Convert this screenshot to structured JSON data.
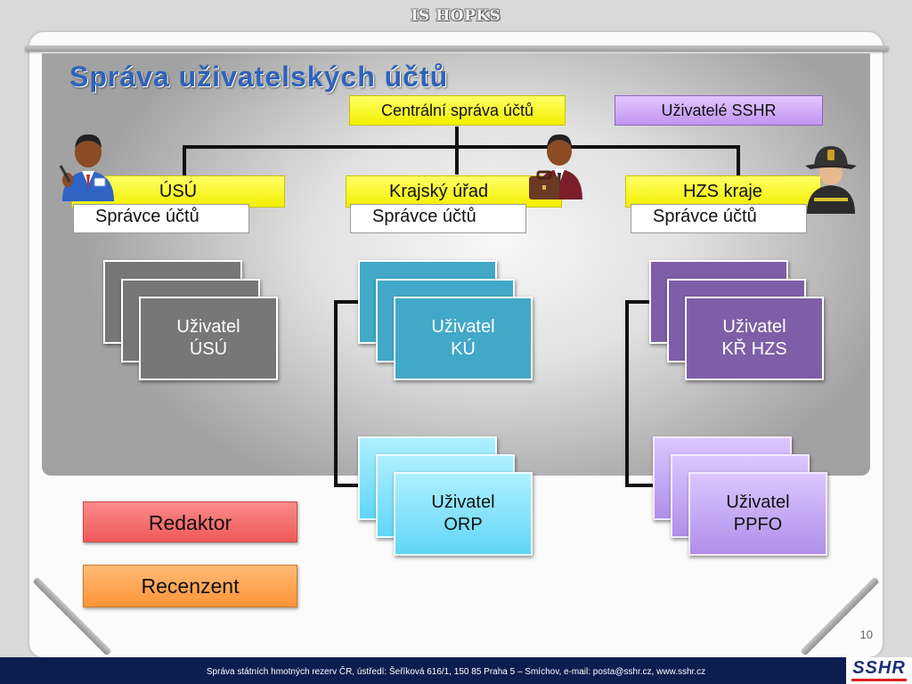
{
  "header": {
    "top_title": "IS HOPKS",
    "heading": "Správa uživatelských účtů"
  },
  "top_nodes": {
    "central": "Centrální správa účtů",
    "users_sshr": "Uživatelé SSHR"
  },
  "branches": [
    {
      "org": "ÚSÚ",
      "admin": "Správce účtů",
      "card": [
        "Uživatel",
        "ÚSÚ"
      ]
    },
    {
      "org": "Krajský úřad",
      "admin": "Správce účtů",
      "card": [
        "Uživatel",
        "KÚ"
      ],
      "sub_card": [
        "Uživatel",
        "ORP"
      ]
    },
    {
      "org": "HZS kraje",
      "admin": "Správce účtů",
      "card": [
        "Uživatel",
        "KŘ HZS"
      ],
      "sub_card": [
        "Uživatel",
        "PPFO"
      ]
    }
  ],
  "legend": {
    "redaktor": "Redaktor",
    "recenzent": "Recenzent"
  },
  "colors": {
    "redaktor": "#f86e6e",
    "recenzent": "#ffa24a",
    "heading": "#2e63b8",
    "yellow": "#f7f200",
    "footer": "#0d1d4f"
  },
  "icons": {
    "person_1": "person-with-pen-icon",
    "person_2": "person-with-briefcase-icon",
    "person_3": "firefighter-icon"
  },
  "footer": {
    "text": "Správa státních hmotných rezerv ČR, ústředí: Šeříková 616/1, 150 85 Praha 5 – Smíchov, e-mail: posta@sshr.cz, www.sshr.cz",
    "page": "10",
    "logo": "SSHR"
  }
}
